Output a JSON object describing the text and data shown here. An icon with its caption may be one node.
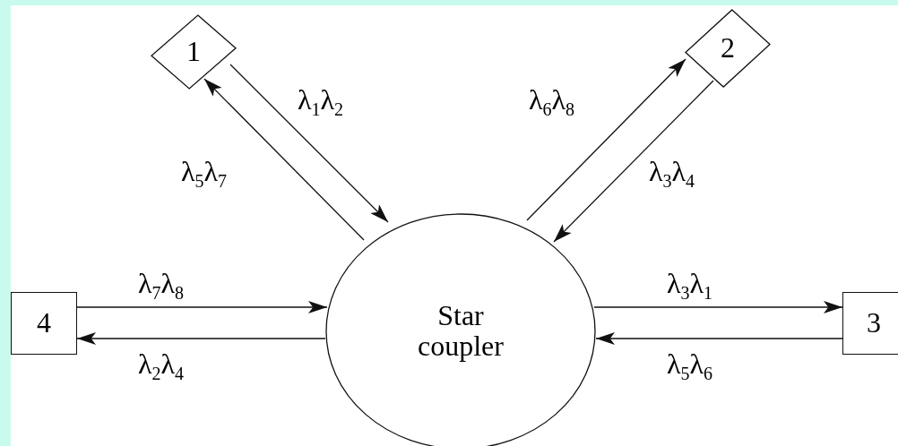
{
  "diagram": {
    "nodes": [
      {
        "text": [
          "1"
        ]
      },
      {
        "text": [
          "2"
        ]
      },
      {
        "text": [
          "Star coupler"
        ]
      },
      {
        "text": [
          "3"
        ]
      },
      {
        "text": [
          "4"
        ]
      }
    ],
    "edges": [
      {
        "from": 0,
        "to": 2,
        "arrow": "to",
        "label": "λ$_{1}$λ$_{2}$"
      },
      {
        "from": 2,
        "to": 0,
        "arrow": "to",
        "label": "λ$_{5}$λ$_{7}$"
      },
      {
        "from": 2,
        "to": 1,
        "arrow": "to",
        "label": "λ$_{6}$λ$_{8}$"
      },
      {
        "from": 1,
        "to": 2,
        "arrow": "to",
        "label": "λ$_{3}$λ$_{4}$"
      },
      {
        "from": 4,
        "to": 2,
        "arrow": "to",
        "label": "λ$_{7}$λ$_{8}$"
      },
      {
        "from": 2,
        "to": 4,
        "arrow": "to",
        "label": "λ$_{2}$λ$_{4}$"
      },
      {
        "from": 2,
        "to": 3,
        "arrow": "to",
        "label": "λ$_{3}$λ$_{1}$"
      },
      {
        "from": 3,
        "to": 2,
        "arrow": "to",
        "label": "λ$_{5}$λ$_{6}$"
      }
    ]
  }
}
